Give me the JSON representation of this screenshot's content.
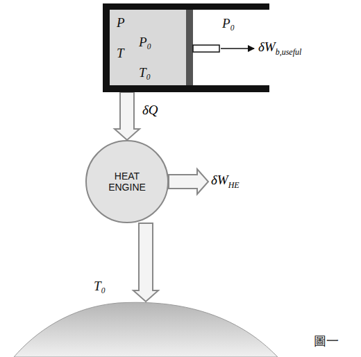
{
  "diagram": {
    "nodes": [
      {
        "text": [
          "P",
          "P₀",
          "T",
          "T₀"
        ]
      },
      {
        "text": [
          "HEAT ENGINE"
        ]
      },
      {
        "text": [
          "T₀"
        ]
      }
    ],
    "edges": [
      {
        "from": 0,
        "to": 1,
        "label": "δQ",
        "arrow": "to"
      },
      {
        "from": 1,
        "to": 2,
        "arrow": "to"
      }
    ],
    "labels": [
      "P₀",
      "δW",
      "b,useful",
      "δW",
      "HE",
      "圖一"
    ]
  }
}
